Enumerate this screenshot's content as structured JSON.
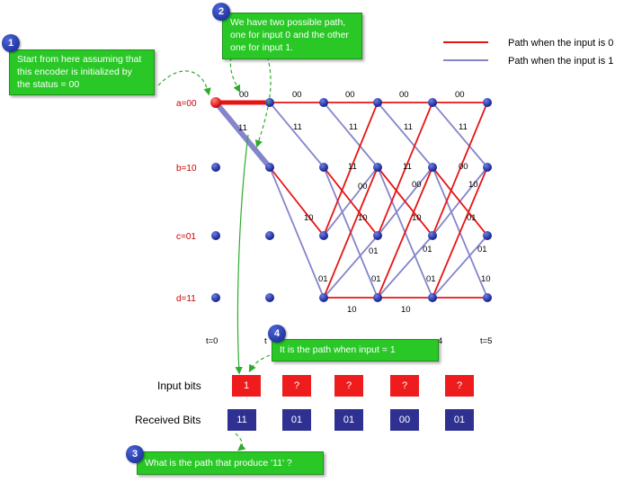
{
  "legend": [
    {
      "label": "Path when the input is 0",
      "color": "#e81414"
    },
    {
      "label": "Path when the input is 1",
      "color": "#8585cc"
    }
  ],
  "state_labels": [
    "a=00",
    "b=10",
    "c=01",
    "d=11"
  ],
  "time_labels": [
    "t=0",
    "t",
    "t=5"
  ],
  "time_label_fragment": "4",
  "branch_labels": [
    "00",
    "00",
    "00",
    "00",
    "00",
    "11",
    "11",
    "11",
    "11",
    "11",
    "11",
    "11",
    "00",
    "00",
    "00",
    "10",
    "10",
    "10",
    "10",
    "01",
    "01",
    "01",
    "01",
    "01",
    "01",
    "01",
    "10",
    "10",
    "10"
  ],
  "callouts": {
    "one": {
      "badge": "1",
      "text": "Start from here assuming that  this encoder is initialized by the status = 00"
    },
    "two": {
      "badge": "2",
      "text": "We have  two  possible  path, one for input 0 and the other one for input 1."
    },
    "three": {
      "badge": "3",
      "text": "What is the path that produce '11' ?"
    },
    "four": {
      "badge": "4",
      "text": "It is the path when input = 1"
    }
  },
  "input_bits": {
    "label": "Input bits",
    "values": [
      "1",
      "?",
      "?",
      "?",
      "?"
    ]
  },
  "received_bits": {
    "label": "Received Bits",
    "values": [
      "11",
      "01",
      "01",
      "00",
      "01"
    ]
  },
  "colors": {
    "red": "#e81414",
    "blue": "#8585cc",
    "node": "#1f2a9c",
    "start_node": "#e81414",
    "state_label": "#cc0000",
    "callout": "#29c826"
  }
}
